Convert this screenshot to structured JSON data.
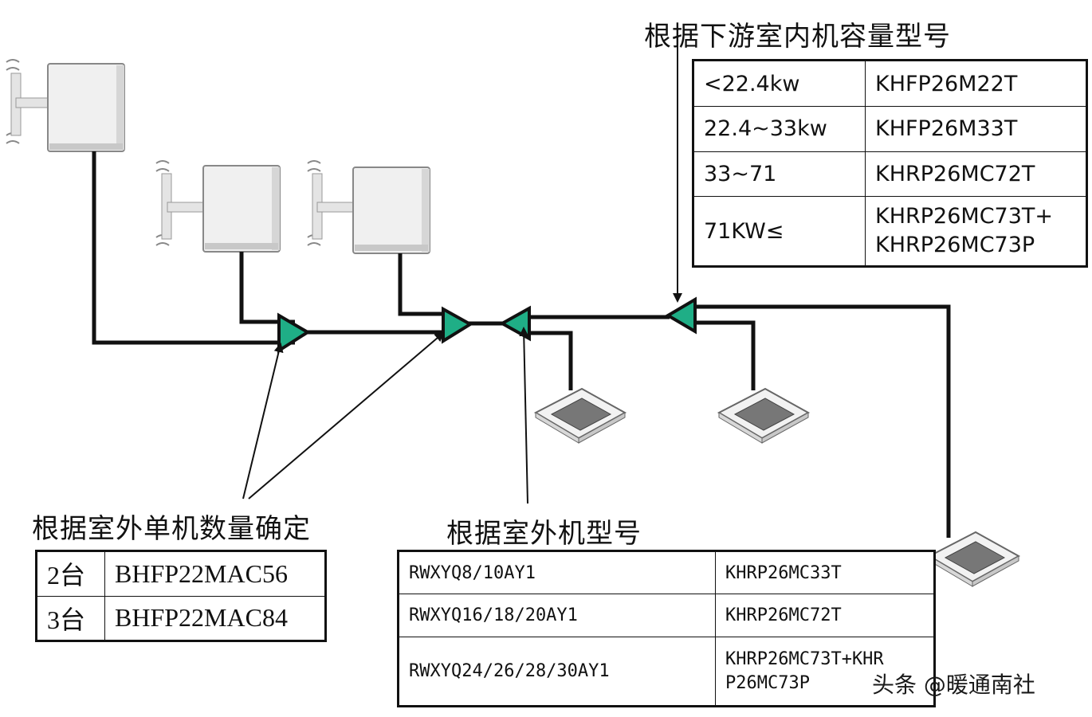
{
  "headings": {
    "downstream": "根据下游室内机容量型号",
    "outdoor_count": "根据室外单机数量确定",
    "outdoor_model": "根据室外机型号"
  },
  "downstream_table": [
    [
      "<22.4kw",
      "KHFP26M22T"
    ],
    [
      "22.4~33kw",
      "KHFP26M33T"
    ],
    [
      "33~71",
      "KHRP26MC72T"
    ],
    [
      "71KW≤",
      "KHRP26MC73T+\nKHRP26MC73P"
    ]
  ],
  "count_table": [
    [
      "2台",
      "BHFP22MAC56"
    ],
    [
      "3台",
      "BHFP22MAC84"
    ]
  ],
  "outdoor_table": [
    [
      "RWXYQ8/10AY1",
      "KHRP26MC33T"
    ],
    [
      "RWXYQ16/18/20AY1",
      "KHRP26MC72T"
    ],
    [
      "RWXYQ24/26/28/30AY1",
      "KHRP26MC73T+KHR\nP26MC73P"
    ]
  ],
  "watermark": "头条 @暖通南社",
  "colors": {
    "joint": "#1fae86",
    "line": "#111111",
    "unit": "#eeeeee"
  },
  "icons": [
    "outdoor-unit-icon",
    "ceiling-cassette-icon",
    "refnet-joint-icon"
  ]
}
